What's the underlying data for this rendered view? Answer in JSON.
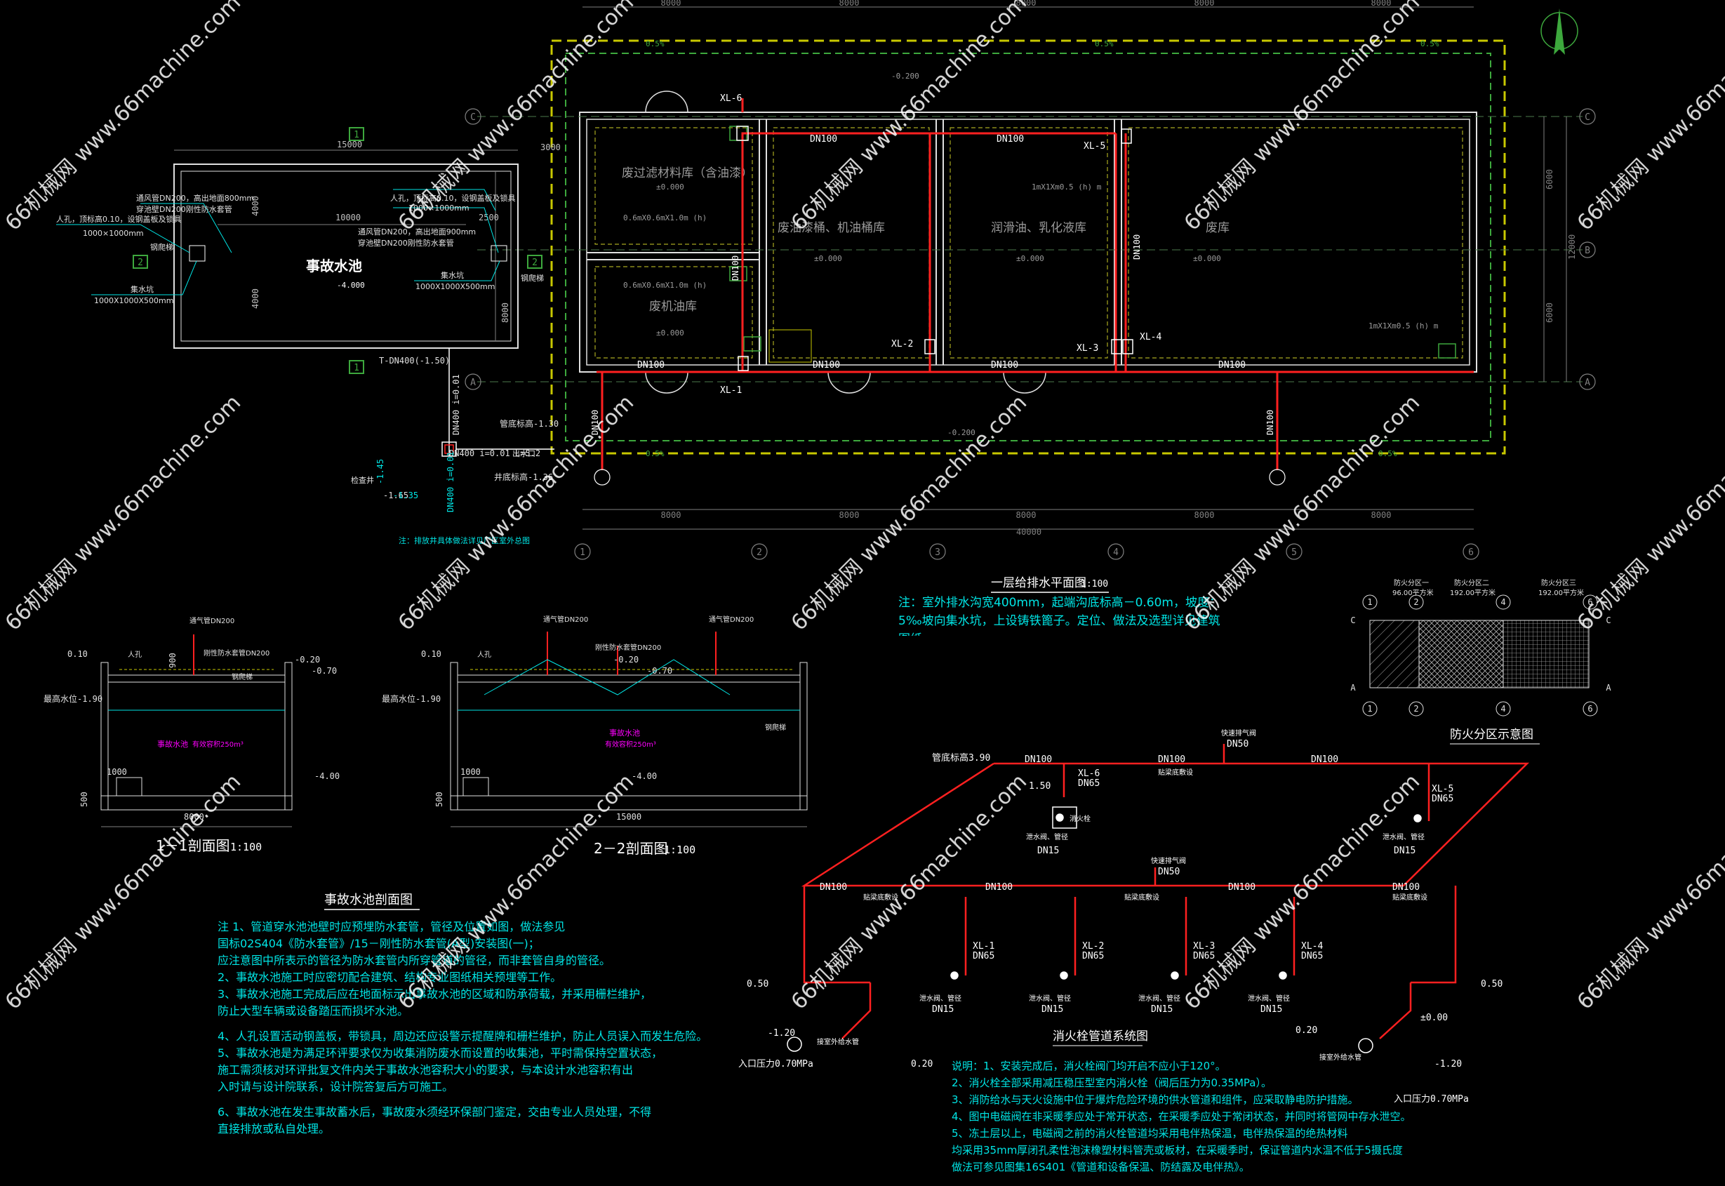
{
  "plan": {
    "title": "一层给排水平面图",
    "title_scale": "1:100",
    "note": "注：室外排水沟宽400mm，起端沟底标高－0.60m，坡度：5‰坡向集水坑，上设铸铁篦子。定位、做法及选型详见建筑图纸。",
    "rooms": {
      "filter": "废过滤材料库（含油漆）",
      "oil_drum": "废油漆桶、机油桶库",
      "lube": "润滑油、乳化液库",
      "big": "废库",
      "waste_oil": "废机油库"
    },
    "room_levels": "±0.000",
    "dim_top": [
      "8000",
      "8000",
      "8000",
      "8000",
      "8000"
    ],
    "dim_total": "40000",
    "dim_right": [
      "6000",
      "6000"
    ],
    "dim_right_total": "12000",
    "axis_x": [
      "1",
      "2",
      "3",
      "4",
      "5",
      "6"
    ],
    "axis_y": [
      "A",
      "B",
      "C"
    ],
    "pipes": {
      "dn100": "DN100",
      "xl1": "XL-1",
      "xl2": "XL-2",
      "xl3": "XL-3",
      "xl4": "XL-4",
      "xl5": "XL-5",
      "xl6": "XL-6",
      "dn100c": "DN100",
      "slope": "0.5%",
      "lvl_minus020": "-0.200"
    },
    "collect_pit": "集水坑",
    "sump_note": "0.6mX0.6mX1.0m (h)",
    "sump_note2": "1mX1Xm0.5 (h) m"
  },
  "pool_plan": {
    "title": "事故水池",
    "level": "-4.000",
    "dims": {
      "total": "15000",
      "inner": "10000",
      "d3000": "3000",
      "d2500": "2500",
      "h8000": "8000",
      "h4000a": "4000",
      "h4000b": "4000"
    },
    "labels": {
      "manhole": "人孔，顶标高0.10，设钢盖板及锁具",
      "manhole_size": "1000×1000mm",
      "vent_pipe": "通风管DN200，高出地面800mm",
      "inflow_pipe": "穿池壁DN200刚性防水套管",
      "manhole2": "人孔，顶标高0.10，设钢盖板及锁具",
      "manhole2_size": "1000×1000mm",
      "vent2": "通风管DN200，高出地面900mm",
      "inflow2": "穿池壁DN200刚性防水套管",
      "sump": "集水坑",
      "sump_size": "1000X1000X500mm",
      "sump2": "集水坑",
      "sump2_size": "1000X1000X500mm",
      "ladder": "钢爬梯",
      "ladder2": "钢爬梯",
      "section1": "1",
      "section2": "2",
      "outlet": "T-DN400(-1.50)",
      "outlet_pipe": "DN400 i=0.01",
      "outlet_pipe2": "DN400 i=0.01 L=5.2",
      "well_bottom": "管底标高-1.30",
      "lvl_165": "-1.65",
      "lvl_135": "-1.35",
      "lvl_145": "-1.45",
      "well_bottom2": "井底标高-1.36",
      "water_outlet": "出水口",
      "check_well": "检查井",
      "footnote": "注：排放井具体做法详见厂区室外总图"
    }
  },
  "sections": {
    "s1_title": "1－1剖面图",
    "s1_scale": "1:100",
    "s2_title": "2－2剖面图",
    "s2_scale": "1:100",
    "main_title": "事故水池剖面图",
    "lvl_010": "0.10",
    "lvl_020": "-0.20",
    "lvl_070": "-0.70",
    "lvl_max": "最高水位-1.90",
    "lvl_bottom": "-4.00",
    "w8000": "8000",
    "w15000": "15000",
    "d1000": "1000",
    "d500": "500",
    "d900": "900",
    "pool_name": "事故水池",
    "volume": "有效容积250m³",
    "vent": "通气管DN200",
    "pipe_dn200": "刚性防水套管DN200",
    "manhole": "人孔",
    "ladder": "钢爬梯",
    "pipe_dn200_2": "刚性防水套管DN200"
  },
  "notes_pool": [
    "注 1、管道穿水池池壁时应预埋防水套管，管径及位置如图，做法参见",
    "     国标02S404《防水套管》/15－刚性防水套管(A型)安装图(一)；",
    "     应注意图中所表示的管径为防水套管内所穿管道的管径，而非套管自身的管径。",
    "  2、事故水池施工时应密切配合建筑、结构专业图纸相关预埋等工作。",
    "  3、事故水池施工完成后应在地面标示出事故水池的区域和防承荷载，并采用栅栏维护，",
    "     防止大型车辆或设备踏压而损坏水池。",
    "  4、人孔设置活动钢盖板，带锁具，周边还应设警示提醒牌和栅栏维护，防止人员误入而发生危险。",
    "  5、事故水池是为满足环评要求仅为收集消防废水而设置的收集池，平时需保持空置状态，",
    "     施工需须核对环评批复文件内关于事故水池容积大小的要求，与本设计水池容积有出",
    "     入时请与设计院联系，设计院答复后方可施工。",
    "  6、事故水池在发生事故蓄水后，事故废水须经环保部门鉴定，交由专业人员处理，不得",
    "     直接排放或私自处理。"
  ],
  "fire_zone": {
    "title": "防火分区示意图",
    "zone1": "防火分区一",
    "zone1_area": "96.00平方米",
    "zone2": "防火分区二",
    "zone2_area": "192.00平方米",
    "zone3": "防火分区三",
    "zone3_area": "192.00平方米",
    "axes": [
      "1",
      "2",
      "4",
      "6"
    ],
    "rows": [
      "C",
      "A"
    ]
  },
  "system": {
    "title": "消火栓管道系统图",
    "dn100": "DN100",
    "dn65": "DN65",
    "dn50": "DN50",
    "dn15": "DN15",
    "vent_valve": "快速排气阀",
    "xl1": "XL-1",
    "xl2": "XL-2",
    "xl3": "XL-3",
    "xl4": "XL-4",
    "xl5": "XL-5",
    "xl6": "XL-6",
    "hang_heat": "贴梁底敷设",
    "lvl_890": "管底标高3.90",
    "lvl_150": "1.50",
    "lvl_050": "0.50",
    "lvl_120": "-1.20",
    "lvl_020": "0.20",
    "lvl_000": "±0.00",
    "inlet_pressure": "入口压力0.70MPa",
    "inlet_label": "接室外给水管",
    "drain_label": "泄水阀、管径",
    "hydrant_label": "消火栓",
    "notes": [
      "说明：1、安装完成后，消火栓阀门均开启不应小于120°。",
      "      2、消火栓全部采用减压稳压型室内消火栓（阀后压力为0.35MPa）。",
      "      3、消防给水与天火设施中位于爆炸危险环境的供水管道和组件，应采取静电防护措施。",
      "      4、图中电磁阀在非采暖季应处于常开状态，在采暖季应处于常闭状态，并同时将管网中存水泄空。",
      "      5、冻土层以上，电磁阀之前的消火栓管道均采用电伴热保温，电伴热保温的绝热材料",
      "         均采用35mm厚闭孔柔性泡沫橡塑材料管壳或板材，在采暖季时，保证管道内水温不低于5摄氏度",
      "         做法可参见图集16S401《管道和设备保温、防结露及电伴热》。"
    ]
  },
  "compass": "N",
  "watermark": "66机械网 www.66machine.com"
}
